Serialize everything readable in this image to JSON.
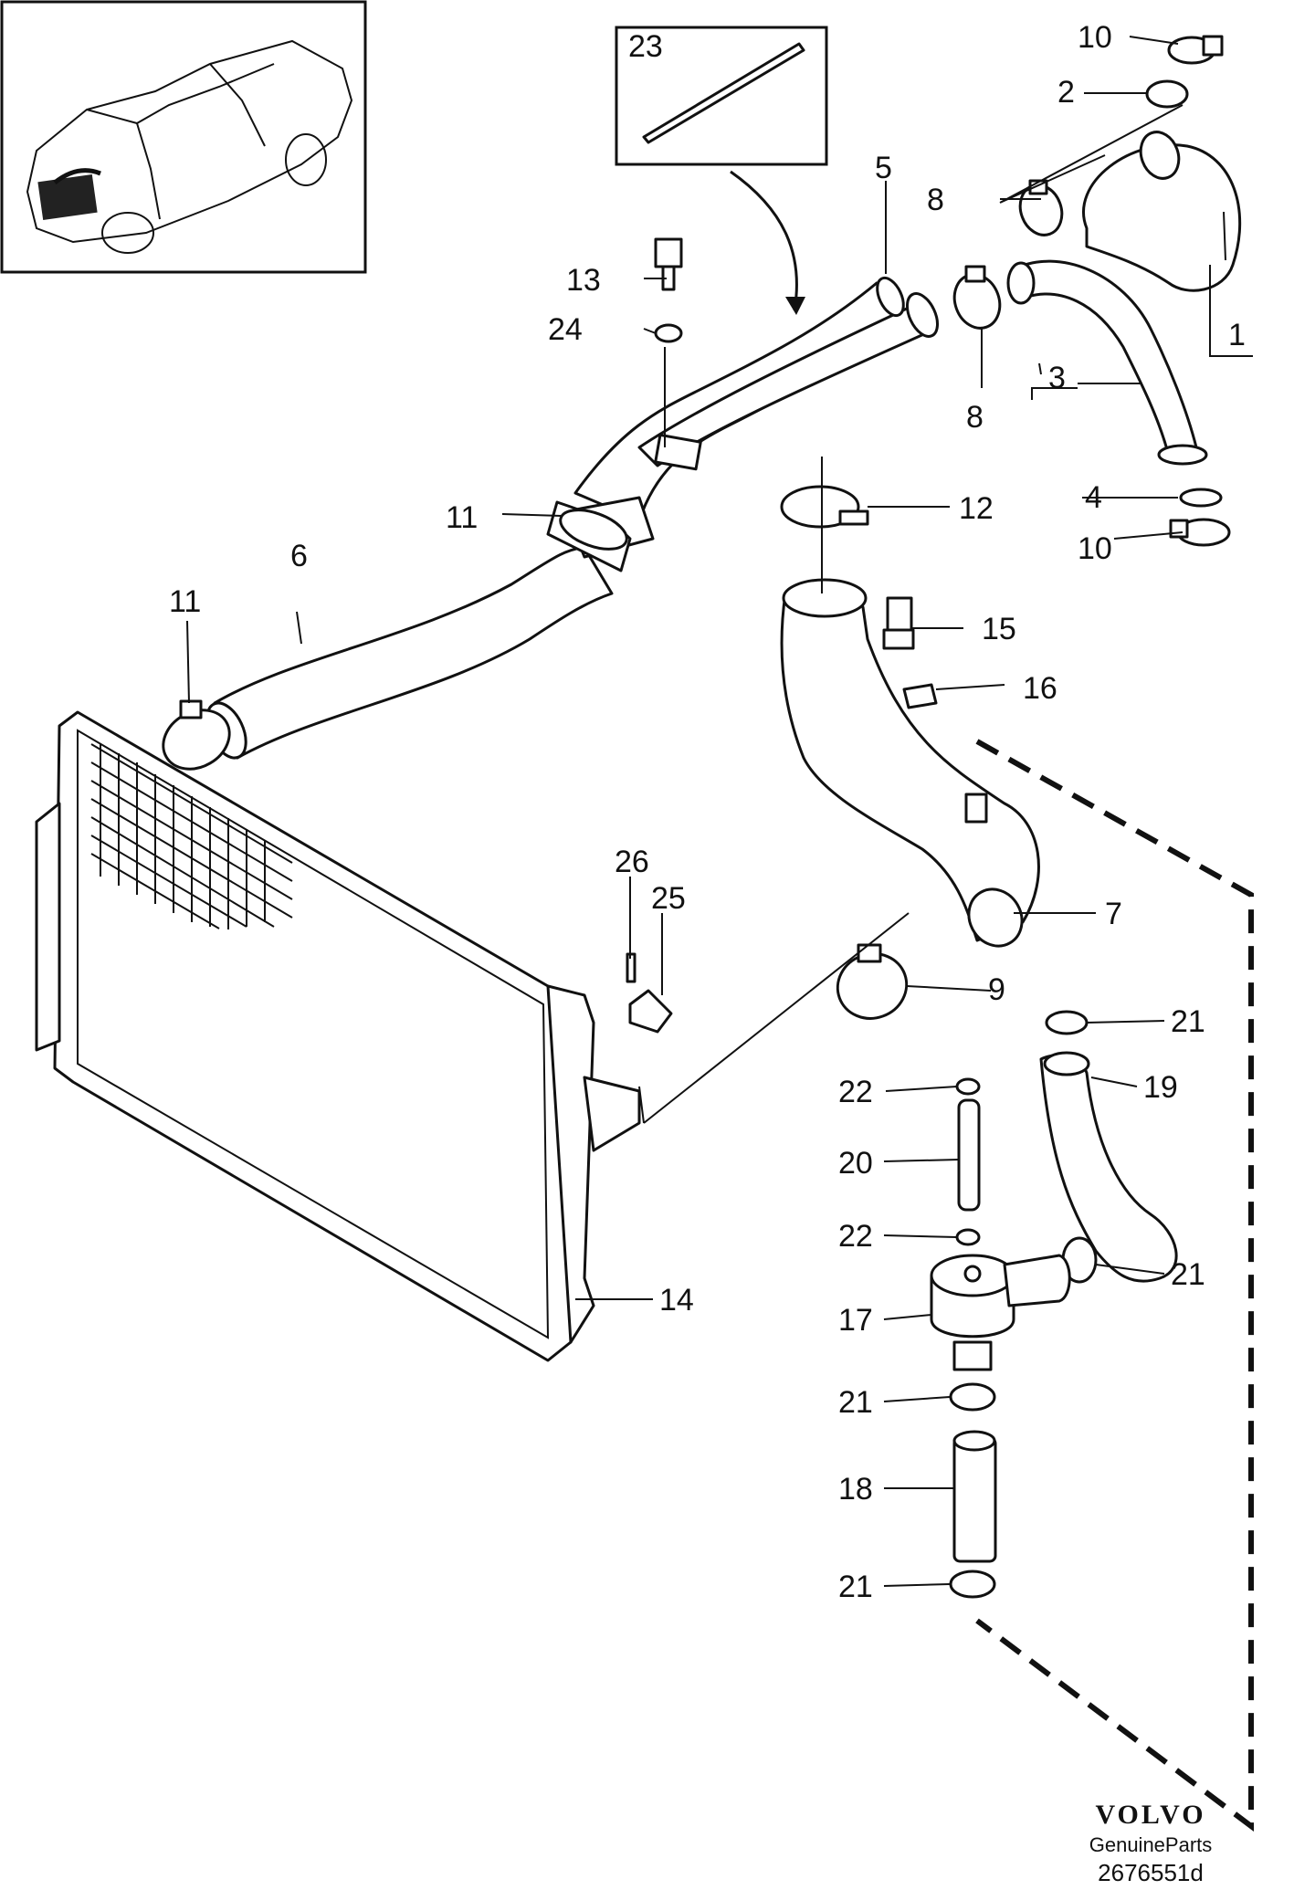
{
  "callouts": [
    {
      "id": "c10a",
      "text": "10"
    },
    {
      "id": "c2",
      "text": "2"
    },
    {
      "id": "c23",
      "text": "23"
    },
    {
      "id": "c5",
      "text": "5"
    },
    {
      "id": "c8a",
      "text": "8"
    },
    {
      "id": "c13",
      "text": "13"
    },
    {
      "id": "c24",
      "text": "24"
    },
    {
      "id": "c8b",
      "text": "8"
    },
    {
      "id": "c1",
      "text": "1"
    },
    {
      "id": "c3",
      "text": "3"
    },
    {
      "id": "c4",
      "text": "4"
    },
    {
      "id": "c10b",
      "text": "10"
    },
    {
      "id": "c11a",
      "text": "11"
    },
    {
      "id": "c12",
      "text": "12"
    },
    {
      "id": "c6",
      "text": "6"
    },
    {
      "id": "c11b",
      "text": "11"
    },
    {
      "id": "c15",
      "text": "15"
    },
    {
      "id": "c16",
      "text": "16"
    },
    {
      "id": "c26",
      "text": "26"
    },
    {
      "id": "c25",
      "text": "25"
    },
    {
      "id": "c7",
      "text": "7"
    },
    {
      "id": "c9",
      "text": "9"
    },
    {
      "id": "c21a",
      "text": "21"
    },
    {
      "id": "c22a",
      "text": "22"
    },
    {
      "id": "c19",
      "text": "19"
    },
    {
      "id": "c20",
      "text": "20"
    },
    {
      "id": "c22b",
      "text": "22"
    },
    {
      "id": "c21b",
      "text": "21"
    },
    {
      "id": "c14",
      "text": "14"
    },
    {
      "id": "c17",
      "text": "17"
    },
    {
      "id": "c21c",
      "text": "21"
    },
    {
      "id": "c18",
      "text": "18"
    },
    {
      "id": "c21d",
      "text": "21"
    }
  ],
  "brand": {
    "name": "VOLVO",
    "subtitle": "GenuineParts",
    "doc_number": "2676551d"
  }
}
